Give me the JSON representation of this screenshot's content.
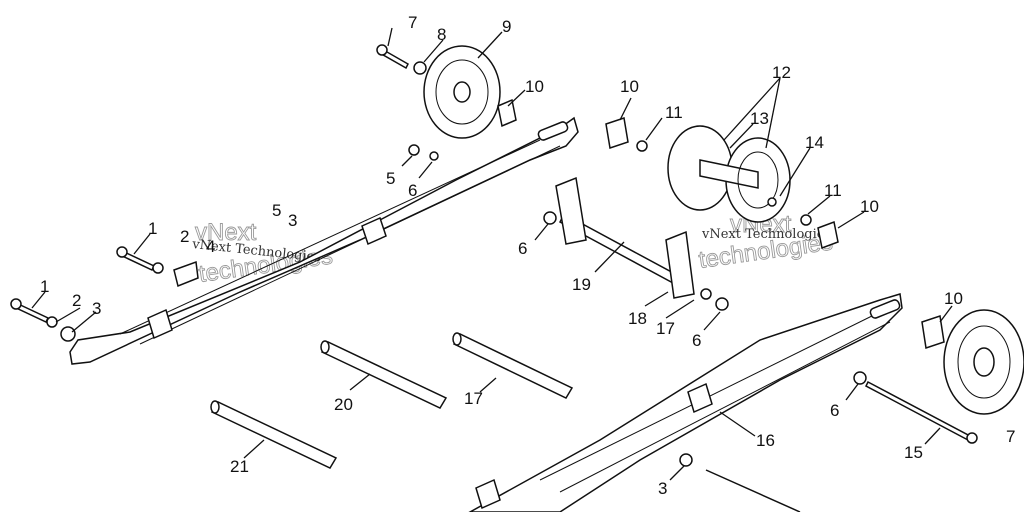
{
  "diagram": {
    "watermark": {
      "line1": "vNext Technologies",
      "line2": "vNext Technologies",
      "ghost1": "vNext",
      "ghost2": "technologies",
      "ghost3": "vNext",
      "ghost4": "technologies"
    },
    "callouts": {
      "c7a": "7",
      "c8": "8",
      "c9": "9",
      "c10a": "10",
      "c10b": "10",
      "c11a": "11",
      "c12": "12",
      "c13": "13",
      "c14": "14",
      "c5a": "5",
      "c6a": "6",
      "c11b": "11",
      "c10c": "10",
      "c1a": "1",
      "c2a": "2",
      "c4": "4",
      "c5b": "5",
      "c3a": "3",
      "c6b": "6",
      "c19": "19",
      "c1b": "1",
      "c2b": "2",
      "c3b": "3",
      "c10d": "10",
      "c18": "18",
      "c17a": "17",
      "c6c": "6",
      "c20": "20",
      "c17b": "17",
      "c6d": "6",
      "c16": "16",
      "c21": "21",
      "c15": "15",
      "c3c": "3",
      "c7b": "7"
    }
  }
}
